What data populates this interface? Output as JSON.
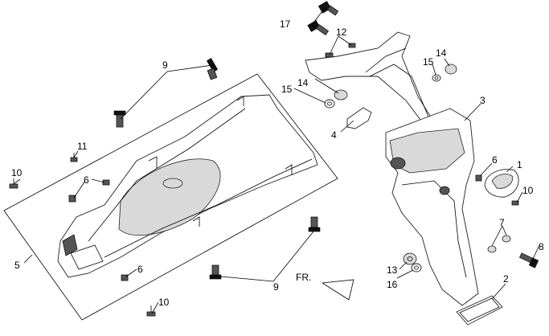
{
  "callouts": {
    "c1": "1",
    "c2": "2",
    "c3": "3",
    "c4": "4",
    "c5": "5",
    "c6a": "6",
    "c6b": "6",
    "c6c": "6",
    "c7": "7",
    "c8": "8",
    "c9a": "9",
    "c9b": "9",
    "c10a": "10",
    "c10b": "10",
    "c10c": "10",
    "c11": "11",
    "c12": "12",
    "c13": "13",
    "c14a": "14",
    "c14b": "14",
    "c15a": "15",
    "c15b": "15",
    "c16": "16",
    "c17": "17"
  },
  "direction_label": "FR."
}
